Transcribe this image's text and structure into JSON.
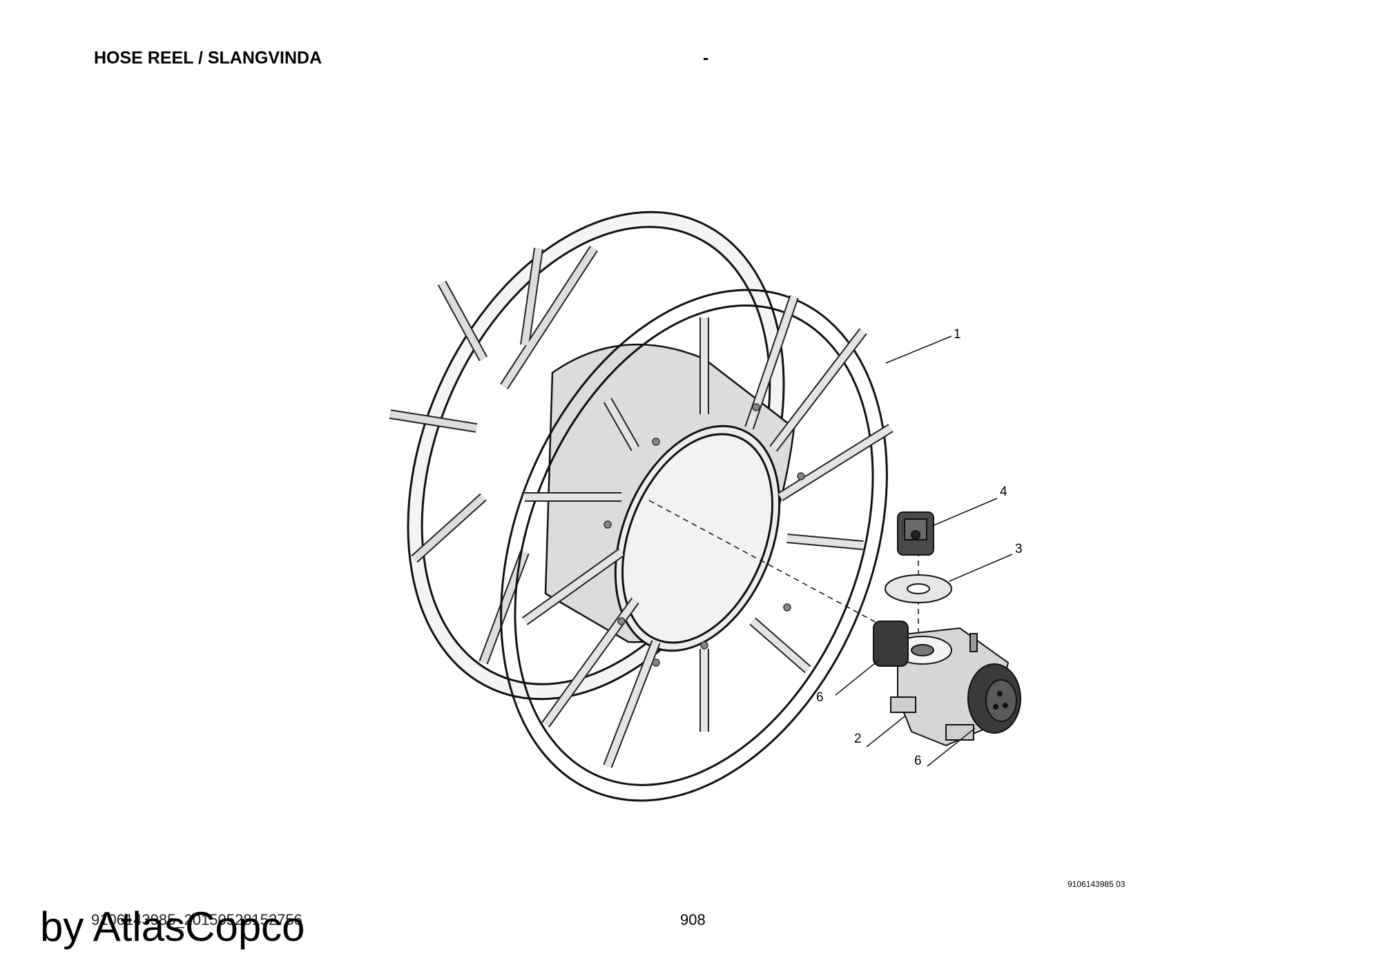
{
  "header": {
    "title": "HOSE REEL / SLANGVINDA",
    "dash": "-"
  },
  "callouts": [
    {
      "label": "1"
    },
    {
      "label": "4"
    },
    {
      "label": "3"
    },
    {
      "label": "6"
    },
    {
      "label": "2"
    },
    {
      "label": "6"
    }
  ],
  "footer": {
    "drawing_ref": "9106143985 03",
    "doc_number": "9106143985_20150528152756",
    "page_number": "908",
    "watermark": "by AtlasCopco"
  }
}
